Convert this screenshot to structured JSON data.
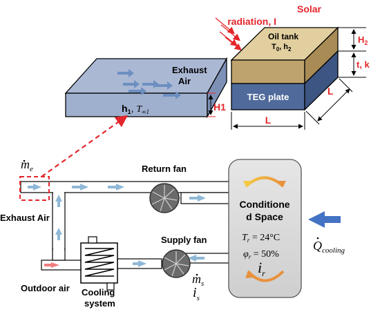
{
  "top": {
    "solar_line1": "Solar",
    "solar_line2": "radiation, I",
    "oil_tank_line1": "Oil tank",
    "oil_tank_line2_main": "T",
    "oil_tank_line2_sub": "0",
    "oil_tank_line2_sep": ", h",
    "oil_tank_line2_sub2": "2",
    "teg_plate": "TEG plate",
    "dim_L_bottom": "L",
    "dim_L_side": "L",
    "dim_H2_main": "H",
    "dim_H2_sub": "2",
    "dim_tk": "t, k",
    "exhaust_line1": "Exhaust",
    "exhaust_line2": "Air",
    "h1_main": "h",
    "h1_sub": "1",
    "h1_sep": ", ",
    "tinf_main": "T",
    "tinf_sub": "∞1",
    "dim_H1": "H1"
  },
  "system": {
    "me_label": "m",
    "me_sub": "e",
    "return_fan": "Return fan",
    "exhaust_air": "Exhaust Air",
    "supply_fan": "Supply fan",
    "outdoor_air": "Outdoor air",
    "cooling_line1": "Cooling",
    "cooling_line2": "system",
    "ms_main": "m",
    "ms_sub": "s",
    "is_main": "i",
    "is_sub": "s"
  },
  "space": {
    "title_line1": "Conditione",
    "title_line2": "d Space",
    "tr_main": "T",
    "tr_sub": "r",
    "tr_value": " = 24°C",
    "phi_main": "φ",
    "phi_sub": "r",
    "phi_value": " = 50%",
    "ir_main": "i",
    "ir_sub": "r"
  },
  "qcool": {
    "q_main": "Q",
    "q_sub": "cooling"
  },
  "colors": {
    "accent_red": "#e3262b",
    "duct_fill": "#ffffff",
    "flow_arrow": "#8fb8d6",
    "box_blue": "#4f6a9b",
    "oil_tan": "#c8ad7a",
    "space_fill": "#d9d9d9",
    "arrow_blue": "#4472c4",
    "arrow_orange_end": "#e8913c",
    "arrow_yellow_start": "#f5c842"
  }
}
